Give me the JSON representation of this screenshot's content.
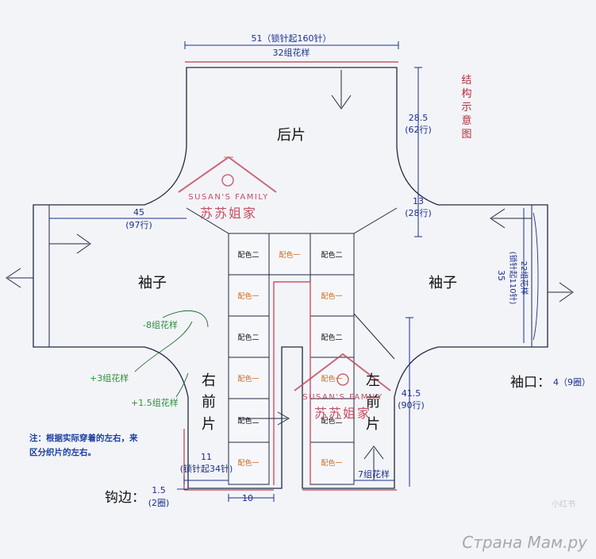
{
  "dims": {
    "back_width_line1": "51（锁针起160针）",
    "back_width_line2": "32组花样",
    "back_height_value": "28.5",
    "back_height_rows": "(62行)",
    "armhole_value": "13",
    "armhole_rows": "(28行)",
    "sleeve_length_value": "45",
    "sleeve_length_rows": "(97行)",
    "sleeve_width_value": "35",
    "sleeve_width_chain": "(锁针起110针)",
    "sleeve_width_groups": "22组花样",
    "front_height_value": "41.5",
    "front_height_rows": "(90行)",
    "right_front_width_value": "11",
    "right_front_width_chain": "(锁针起34针)",
    "bottom_gap": "10",
    "left_front_groups": "7组花样",
    "border_value": "1.5",
    "border_rounds": "(2圈)"
  },
  "pieces": {
    "back": "后片",
    "sleeve_left": "袖子",
    "sleeve_right": "袖子",
    "right_front": [
      "右",
      "前",
      "片"
    ],
    "left_front": [
      "左",
      "前",
      "片"
    ]
  },
  "shaping": {
    "minus8": "-8组花样",
    "plus3": "+3组花样",
    "plus15": "+1.5组花样"
  },
  "labels": {
    "structure_chars": [
      "结",
      "构",
      "示",
      "意",
      "图"
    ],
    "cuff_label": "袖口：",
    "cuff_value": "4（9圈）",
    "border_label": "钩边：",
    "note_line1": "注：根据实际穿着的左右，来",
    "note_line2": "区分织片的左右。"
  },
  "colorblocks": {
    "c2": "配色二",
    "c1": "配色一",
    "left_col": [
      "c2",
      "c1",
      "c2",
      "c1",
      "c2",
      "c1"
    ],
    "mid_col": [
      "c1"
    ],
    "right_col": [
      "c2",
      "c1",
      "c2",
      "c1",
      "c2",
      "c1"
    ]
  },
  "watermark": {
    "brand_en": "SUSAN'S FAMILY",
    "brand_cn": "苏苏姐家",
    "xhs": "小红书",
    "site": "Страна Мам.ру"
  },
  "colors": {
    "outline": "#1f2a44",
    "dimension": "#1b2f8f",
    "accent_red": "#c0384a",
    "green_text": "#2f8f3a",
    "orange_text": "#d2691e"
  }
}
